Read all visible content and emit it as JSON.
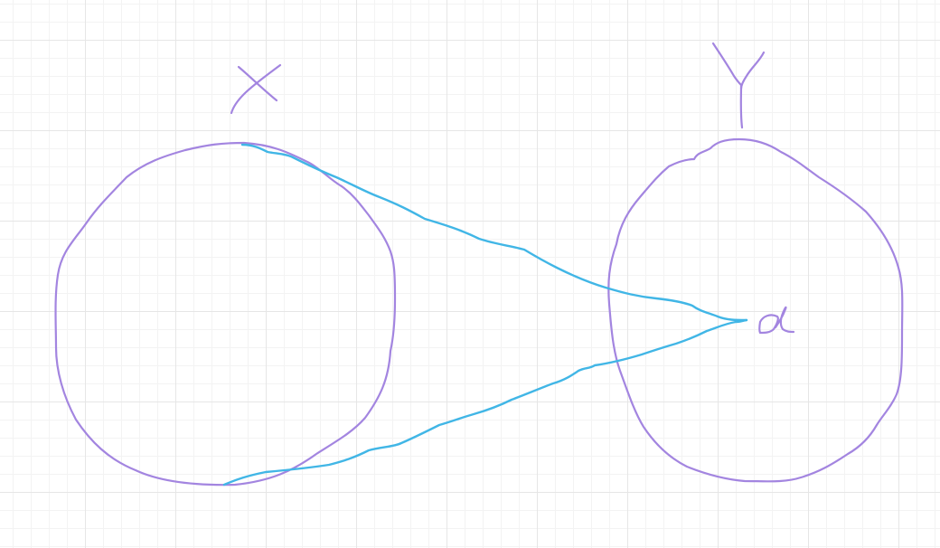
{
  "canvas": {
    "background": "#ffffff",
    "grid": true
  },
  "colors": {
    "set_ink": "#a385e0",
    "arrow_ink": "#41b6e6"
  },
  "diagram": {
    "set_x": {
      "label": "X"
    },
    "set_y": {
      "label": "Y"
    },
    "element": {
      "label": "a"
    }
  }
}
